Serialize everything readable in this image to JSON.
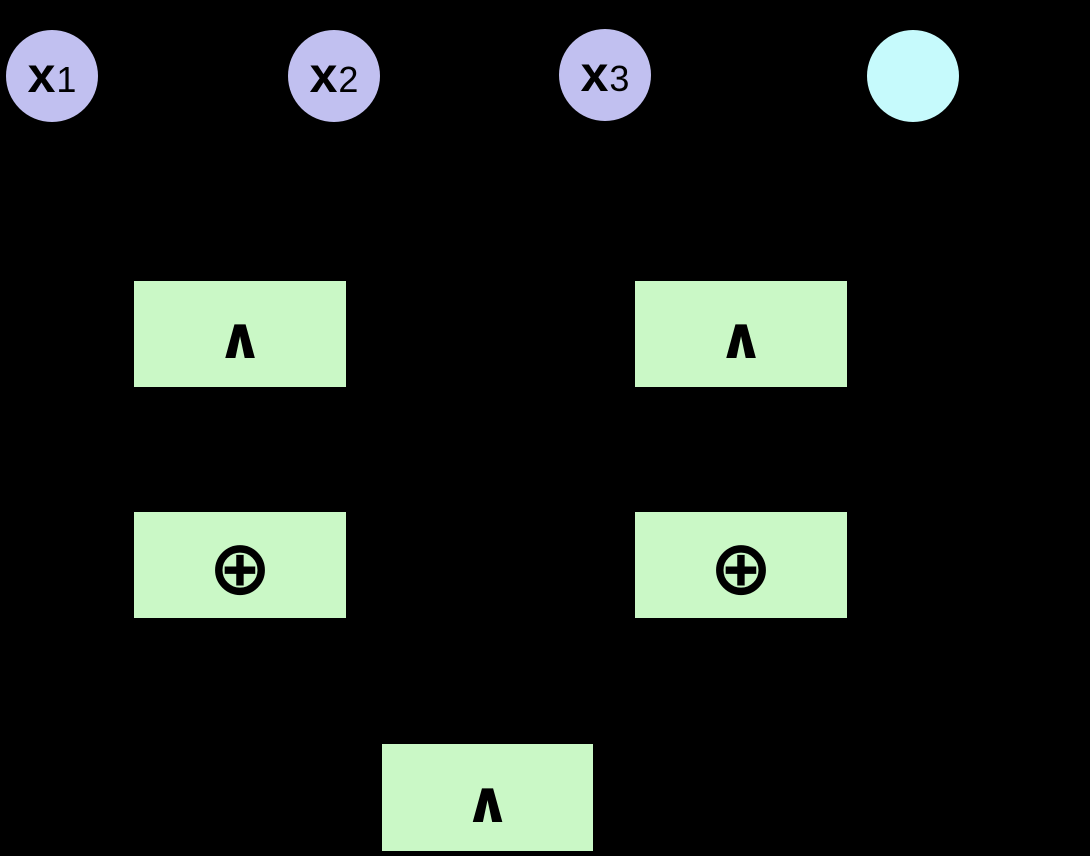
{
  "diagram": {
    "title": "boolean-circuit-diagram",
    "background_color": "#000000",
    "colors": {
      "input_node_fill": "#c1c0f0",
      "output_node_fill": "#c6fafc",
      "gate_box_fill": "#caf8c6",
      "symbol_color": "#000000"
    },
    "inputs": [
      {
        "id": "x1",
        "base": "x",
        "subscript": "1"
      },
      {
        "id": "x2",
        "base": "x",
        "subscript": "2"
      },
      {
        "id": "x3",
        "base": "x",
        "subscript": "3"
      }
    ],
    "output_node": {
      "label": ""
    },
    "gates": [
      {
        "id": "and-left",
        "type": "and",
        "symbol": "∧"
      },
      {
        "id": "and-right",
        "type": "and",
        "symbol": "∧"
      },
      {
        "id": "xor-left",
        "type": "xor",
        "symbol": "⊕"
      },
      {
        "id": "xor-right",
        "type": "xor",
        "symbol": "⊕"
      },
      {
        "id": "and-bottom",
        "type": "and",
        "symbol": "∧"
      }
    ]
  }
}
